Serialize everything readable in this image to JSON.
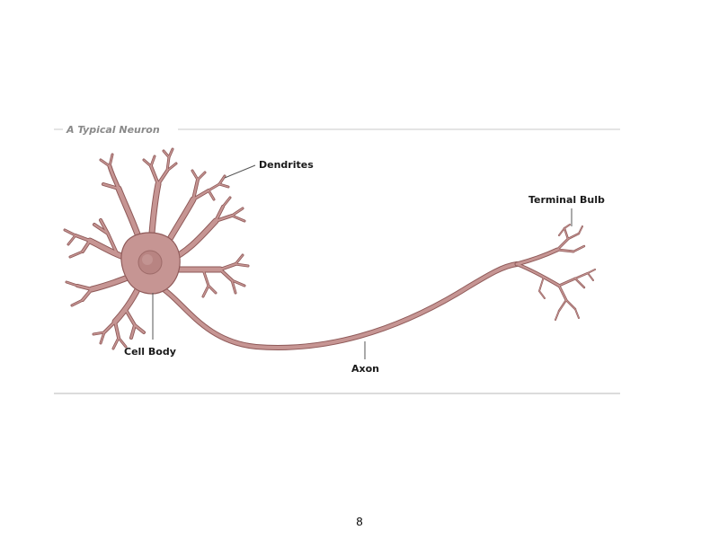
{
  "figure": {
    "title": "A Typical Neuron",
    "labels": {
      "dendrites": "Dendrites",
      "terminal_bulb": "Terminal Bulb",
      "cell_body": "Cell Body",
      "axon": "Axon"
    }
  },
  "page": {
    "number": "8"
  },
  "colors": {
    "neuron_fill": "#c69593",
    "neuron_stroke": "#8f5a59",
    "nucleus": "#b88482",
    "frame_line": "#c8c8c8",
    "leader_line": "#555555"
  }
}
